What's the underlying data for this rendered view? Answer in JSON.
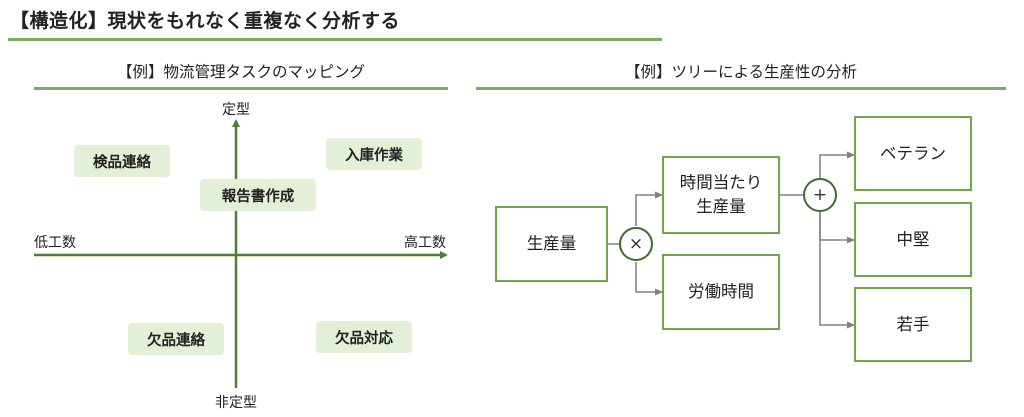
{
  "title": "【構造化】現状をもれなく重複なく分析する",
  "left_section": {
    "title": "【例】物流管理タスクのマッピング",
    "axes": {
      "top": "定型",
      "bottom": "非定型",
      "left": "低工数",
      "right": "高工数"
    },
    "tasks": {
      "inspection": "検品連絡",
      "receiving": "入庫作業",
      "report": "報告書作成",
      "shortage_contact": "欠品連絡",
      "shortage_response": "欠品対応"
    }
  },
  "right_section": {
    "title": "【例】ツリーによる生産性の分析",
    "root": "生産量",
    "multiply_symbol": "×",
    "plus_symbol": "+",
    "level1": {
      "hourly": "時間当たり\n生産量",
      "labor_hours": "労働時間"
    },
    "level2": {
      "veteran": "ベテラン",
      "mid": "中堅",
      "junior": "若手"
    }
  },
  "colors": {
    "accent_green": "#7cad58",
    "axis_green": "#4f7f34",
    "tag_fill": "#e4efd8",
    "box_border": "#6fa64a",
    "connector_gray": "#808080"
  }
}
